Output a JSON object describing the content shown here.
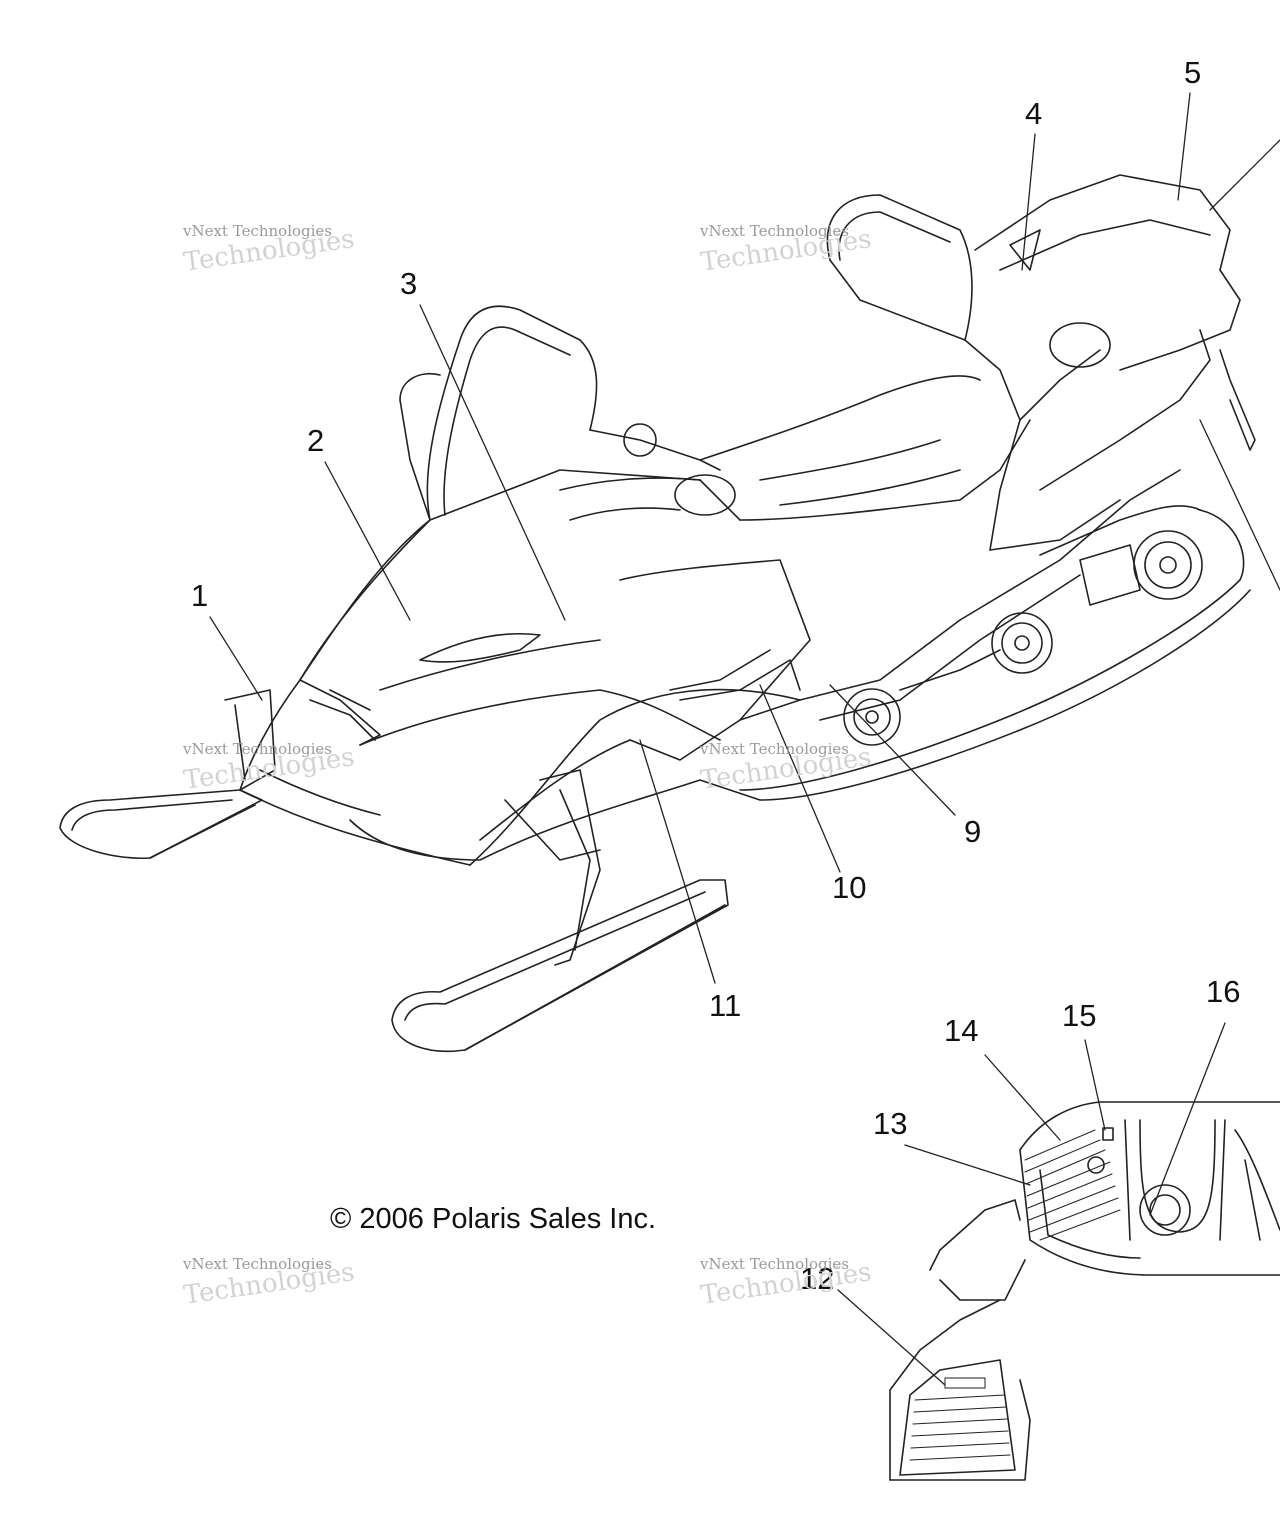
{
  "callouts": [
    "1",
    "2",
    "3",
    "4",
    "5",
    "9",
    "10",
    "11",
    "12",
    "13",
    "14",
    "15",
    "16"
  ],
  "copyright": "© 2006 Polaris Sales Inc.",
  "watermark": {
    "line1": "vNext Technologies",
    "line2": "Technologies"
  },
  "colors": {
    "line": "#222222",
    "watermark": "#bbbbbb",
    "background": "#ffffff"
  }
}
